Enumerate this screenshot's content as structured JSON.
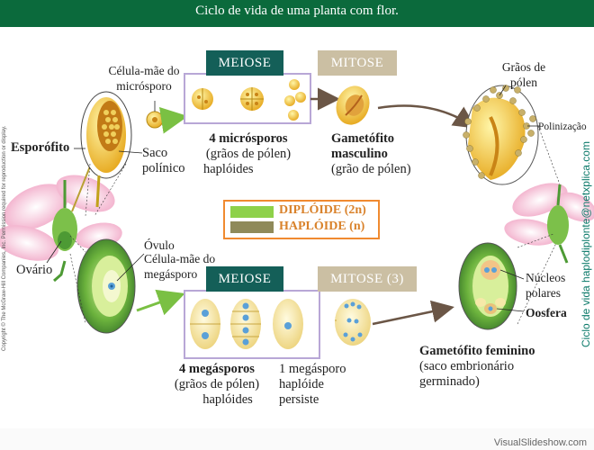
{
  "title": "Ciclo de vida de uma planta com flor.",
  "headers": {
    "meiose_top": "MEIOSE",
    "mitose_top": "MITOSE",
    "meiose_bottom": "MEIOSE",
    "mitose_bottom": "MITOSE  (3)"
  },
  "labels": {
    "celula_mae_microsporo": "Célula-mãe do micrósporo",
    "esporofito": "Esporófito",
    "saco_polinico": "Saco polínico",
    "ovario": "Ovário",
    "ovulo": "Óvulo",
    "celula_mae_megasporo": "Célula-mãe do megásporo",
    "graos_de_polen": "Grãos de pólen",
    "polinizacao": "Polinização",
    "nucleos_polares": "Núcleos polares",
    "oosfera": "Oosfera"
  },
  "captions": {
    "microsporos_bold": "4 micrósporos",
    "microsporos_rest_1": "(grãos de pólen)",
    "microsporos_rest_2": "haplóides",
    "gametofito_masc_bold": "Gametófito masculino",
    "gametofito_masc_rest": "(grão de pólen)",
    "megasporos_bold": "4 megásporos",
    "megasporos_rest_1": "(grãos de pólen)",
    "megasporos_rest_2": "haplóides",
    "megasporo_persiste_1": "1 megásporo",
    "megasporo_persiste_2": "haplóide",
    "megasporo_persiste_3": "persiste",
    "gametofito_fem_bold": "Gametófito feminino",
    "gametofito_fem_rest_1": "(saco embrionário",
    "gametofito_fem_rest_2": "germinado)"
  },
  "legend": {
    "diploide": "DIPLÓIDE (2n)",
    "haploide": "HAPLÓIDE (n)",
    "diploide_color": "#8ed14a",
    "haploide_color": "#8f8a5a"
  },
  "credit": "Copyright © The McGraw-Hill Companies, Inc. Permission required for reproduction or display.",
  "side_credit": "Ciclo de vida haplodiplonte@netxplica.com",
  "watermark": "VisualSlideshow.com"
}
